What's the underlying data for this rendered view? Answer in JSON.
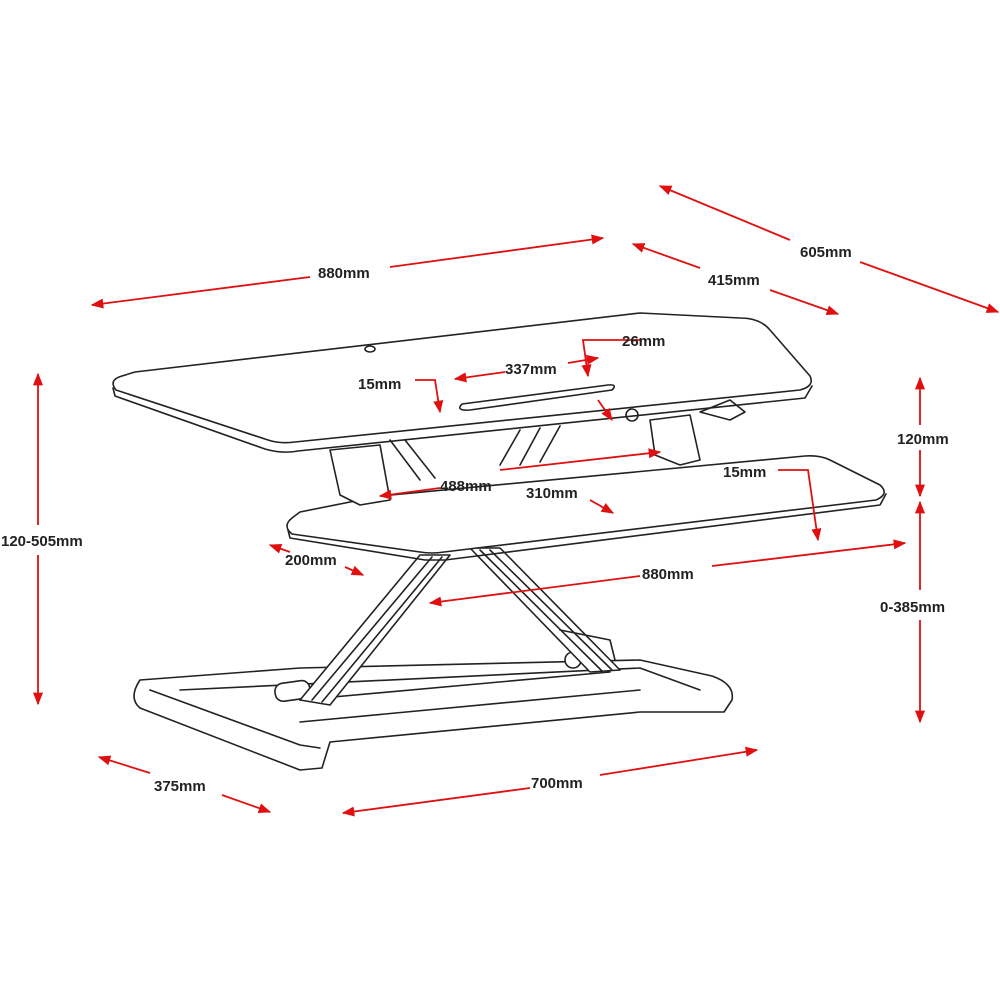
{
  "diagram": {
    "title": "Standing desk converter dimensions",
    "accent_color": "#e01010",
    "labels": {
      "top_width": "880mm",
      "total_depth": "605mm",
      "top_depth": "415mm",
      "slot_depth": "26mm",
      "slot_width": "337mm",
      "top_thickness": "15mm",
      "top_gap": "120mm",
      "tray_thickness": "15mm",
      "inner_width": "488mm",
      "tray_back": "310mm",
      "total_height": "120-505mm",
      "tray_depth": "200mm",
      "tray_width": "880mm",
      "lift_range": "0-385mm",
      "base_depth": "375mm",
      "base_width": "700mm"
    }
  }
}
